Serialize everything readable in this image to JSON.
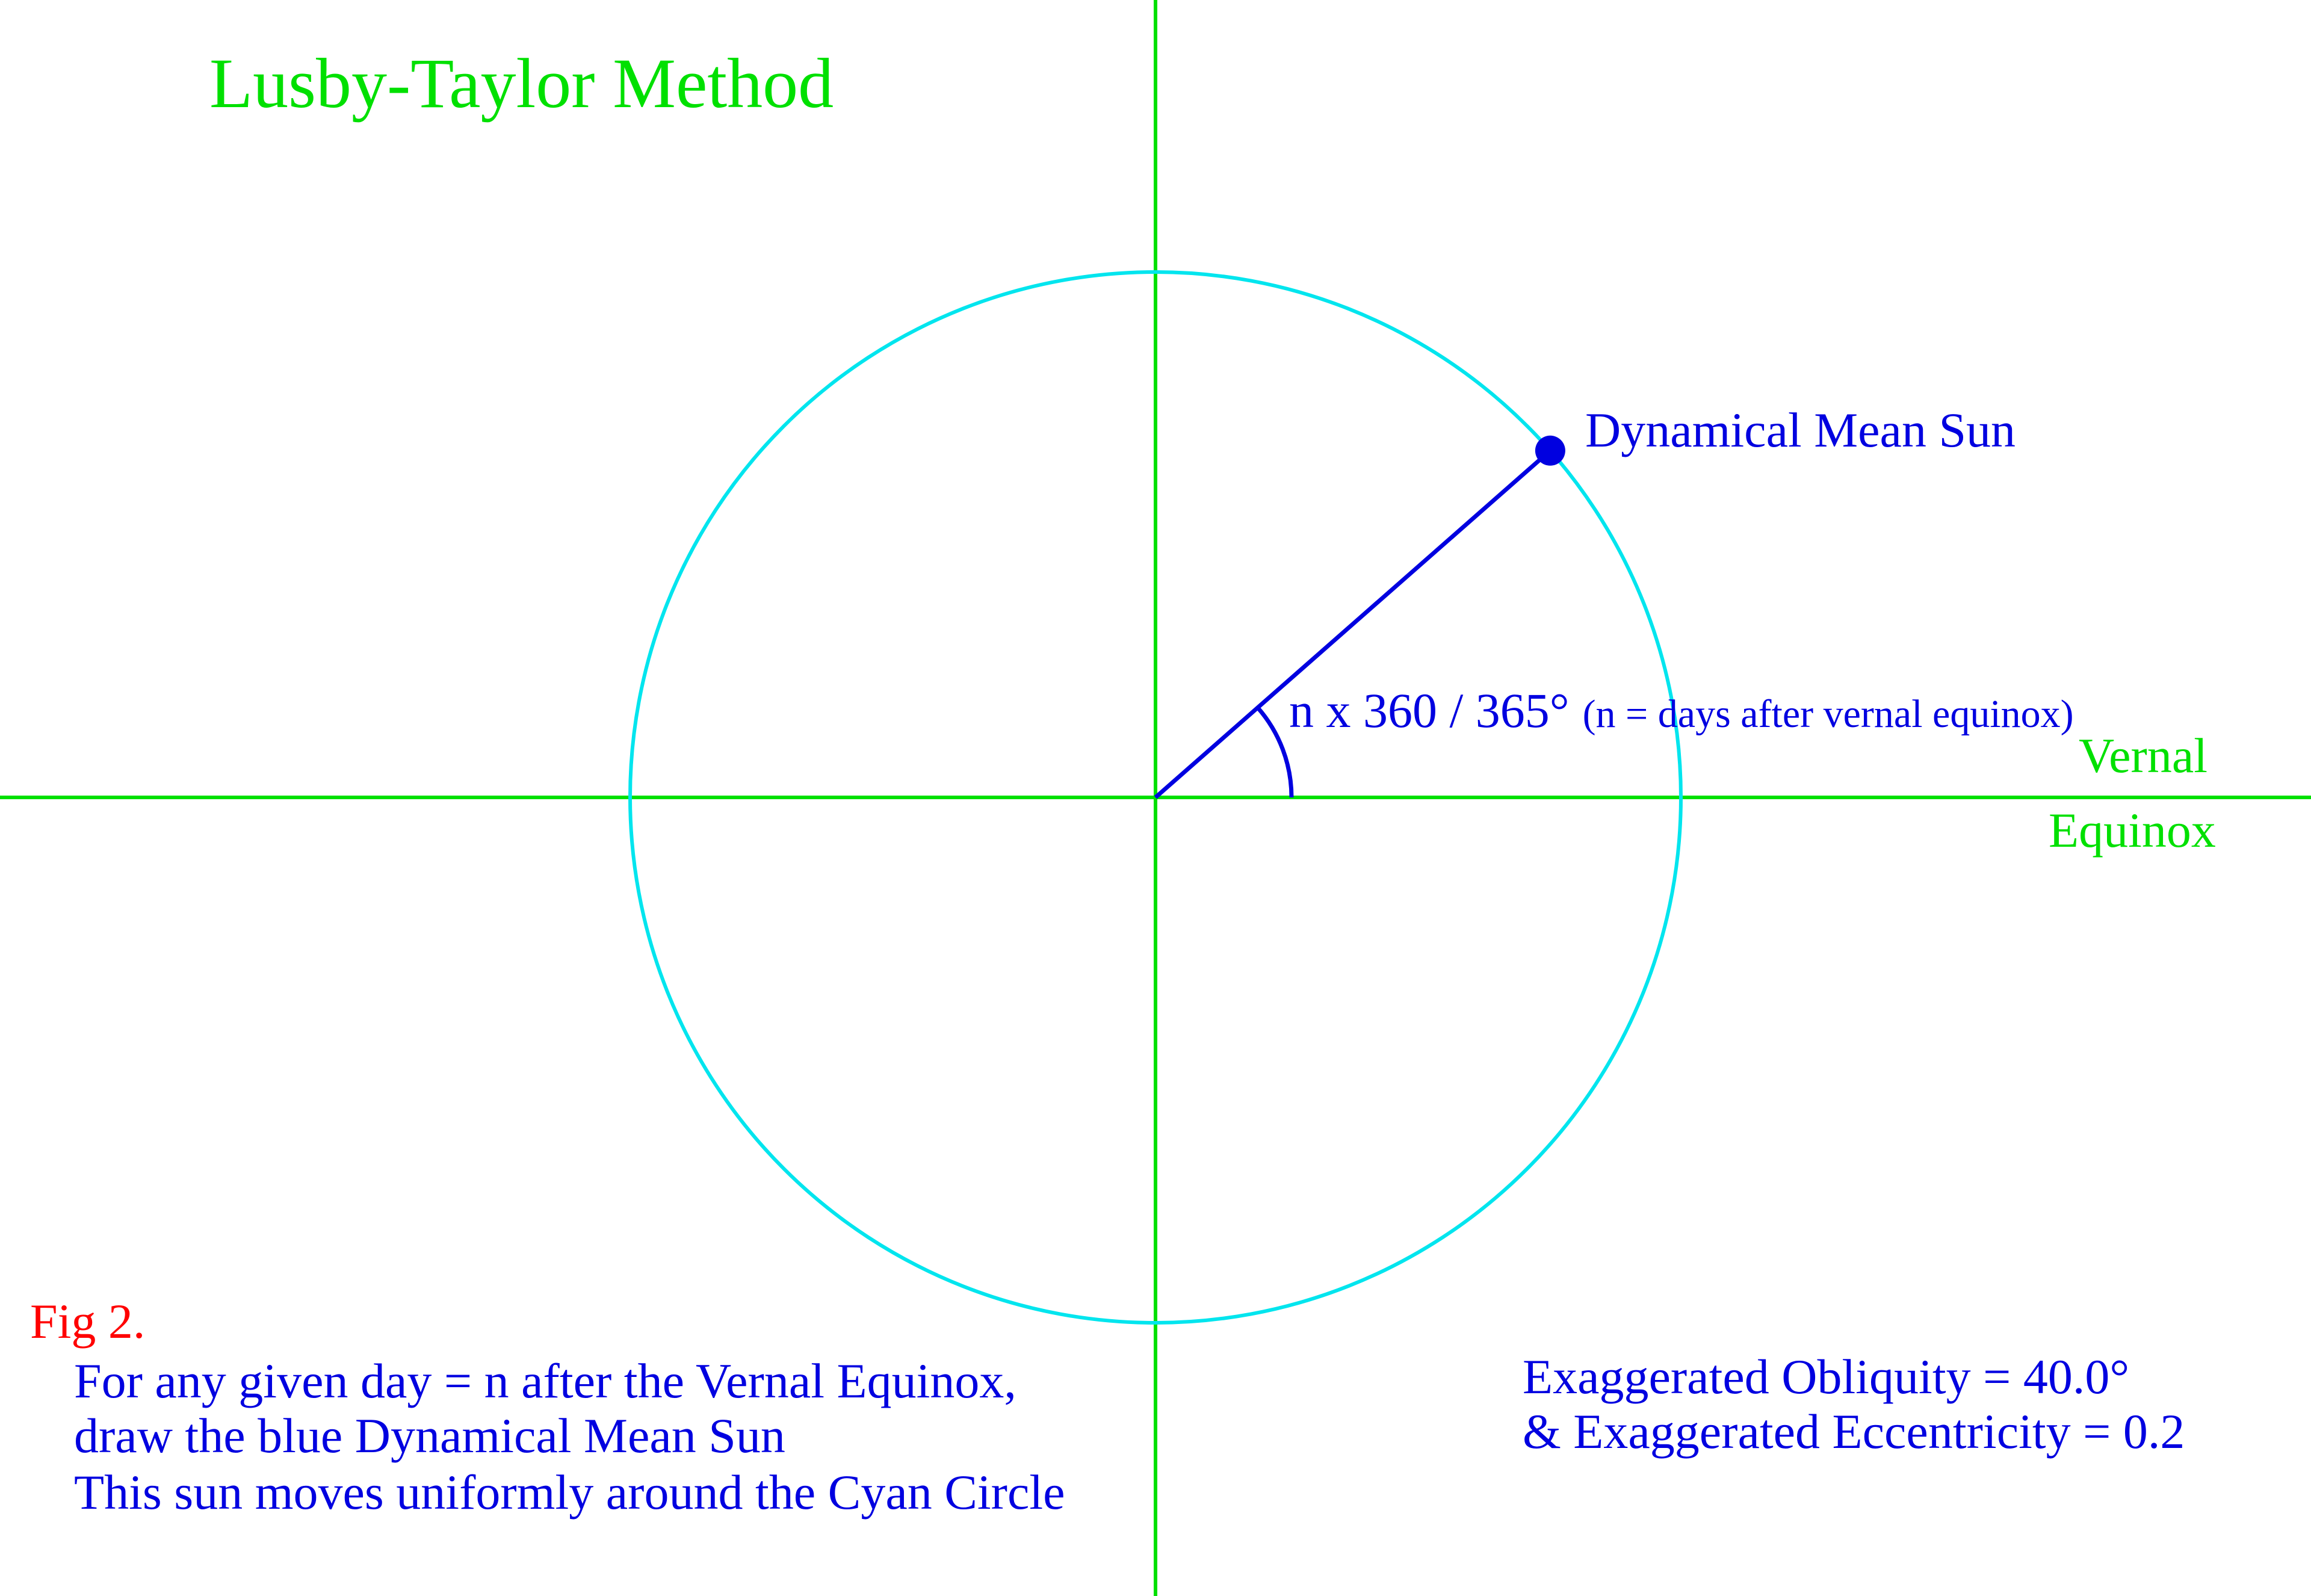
{
  "title": "Lusby-Taylor Method",
  "sun_label": "Dynamical Mean Sun",
  "angle": {
    "formula": "n x 360 / 365°",
    "note": "(n = days after vernal equinox)",
    "degrees": 41.3
  },
  "axis_labels": {
    "vernal": "Vernal",
    "equinox": "Equinox"
  },
  "caption": {
    "fig": "Fig 2.",
    "lines": [
      "For any given day = n after the Vernal Equinox,",
      "draw the blue Dynamical Mean Sun",
      "This sun moves uniformly around the Cyan Circle"
    ]
  },
  "parameters": {
    "obliquity": "Exaggerated Obliquity = 40.0°",
    "eccentricity": "& Exaggerated Eccentricity = 0.2"
  },
  "colors": {
    "axes": "#00e000",
    "circle": "#00e5ee",
    "sun": "#0000e0",
    "text_blue": "#0000e0",
    "text_green": "#00e000",
    "text_red": "#ff0000"
  }
}
